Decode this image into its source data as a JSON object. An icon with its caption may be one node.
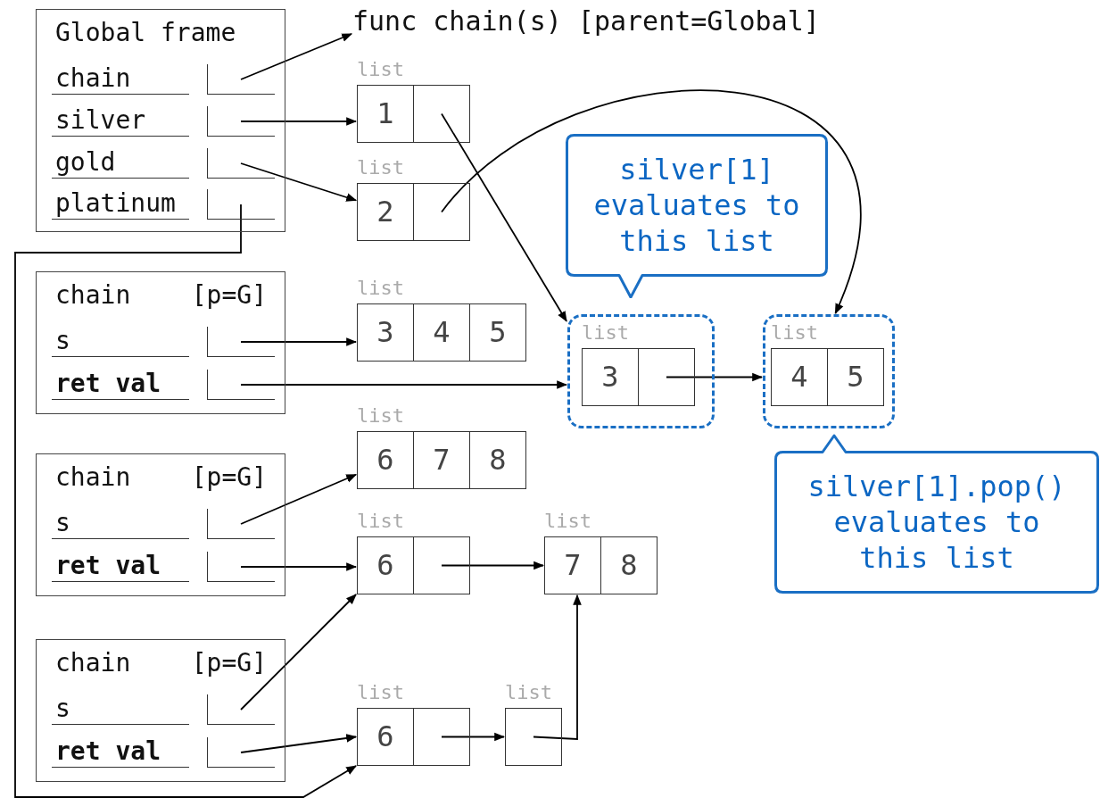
{
  "diagram": {
    "nodes": [
      {
        "text": [
          "Global frame"
        ]
      },
      {
        "text": [
          "chain"
        ],
        "in": 0
      },
      {
        "text": [
          "silver"
        ],
        "in": 0
      },
      {
        "text": [
          "gold"
        ],
        "in": 0
      },
      {
        "text": [
          "platinum"
        ],
        "in": 0
      },
      {
        "text": [
          "func chain(s) [parent=Global]"
        ]
      },
      {
        "text": [
          "1"
        ],
        "beside": [
          "list"
        ]
      },
      {
        "text": [
          "2"
        ],
        "beside": [
          "list"
        ]
      },
      {
        "text": [
          "silver[1] evaluates to this list"
        ]
      },
      {
        "text": [
          "chain",
          "[p=G]"
        ]
      },
      {
        "text": [
          "s"
        ],
        "in": 9
      },
      {
        "text": [
          "ret val"
        ],
        "in": 9
      },
      {
        "text": [
          "3",
          "4",
          "5"
        ],
        "beside": [
          "list"
        ]
      },
      {
        "text": [],
        "shape": "box"
      },
      {
        "text": [
          "3"
        ],
        "beside": [
          "list"
        ],
        "in": 13
      },
      {
        "text": [],
        "shape": "box"
      },
      {
        "text": [
          "4",
          "5"
        ],
        "beside": [
          "list"
        ],
        "in": 15
      },
      {
        "text": [
          "6",
          "7",
          "8"
        ],
        "beside": [
          "list"
        ]
      },
      {
        "text": [
          "chain",
          "[p=G]"
        ]
      },
      {
        "text": [
          "s"
        ],
        "in": 18
      },
      {
        "text": [
          "ret val"
        ],
        "in": 18
      },
      {
        "text": [
          "silver[1].pop() evaluates to this list"
        ]
      },
      {
        "text": [
          "6"
        ],
        "beside": [
          "list"
        ]
      },
      {
        "text": [
          "7",
          "8"
        ],
        "beside": [
          "list"
        ]
      },
      {
        "text": [
          "chain",
          "[p=G]"
        ]
      },
      {
        "text": [
          "s"
        ],
        "in": 24
      },
      {
        "text": [
          "ret val"
        ],
        "in": 24
      },
      {
        "text": [
          "6"
        ],
        "beside": [
          "list"
        ]
      },
      {
        "text": [],
        "shape": "box",
        "beside": [
          "list"
        ]
      }
    ],
    "edges": [
      {
        "from": 1,
        "to": 5,
        "arrow": "to"
      },
      {
        "from": 2,
        "to": 6,
        "arrow": "to"
      },
      {
        "from": 3,
        "to": 7,
        "arrow": "to"
      },
      {
        "from": 4,
        "to": 27,
        "arrow": "to"
      },
      {
        "from": 6,
        "to": 13,
        "arrow": "to"
      },
      {
        "from": 7,
        "to": 15,
        "arrow": "to"
      },
      {
        "from": 10,
        "to": 12,
        "arrow": "to"
      },
      {
        "from": 11,
        "to": 13,
        "arrow": "to"
      },
      {
        "from": 14,
        "to": 15,
        "arrow": "to"
      },
      {
        "from": 19,
        "to": 17,
        "arrow": "to"
      },
      {
        "from": 20,
        "to": 22,
        "arrow": "to"
      },
      {
        "from": 22,
        "to": 23,
        "arrow": "to"
      },
      {
        "from": 25,
        "to": 22,
        "arrow": "to"
      },
      {
        "from": 26,
        "to": 27,
        "arrow": "to"
      },
      {
        "from": 27,
        "to": 28,
        "arrow": "to"
      },
      {
        "from": 28,
        "to": 23,
        "arrow": "to"
      }
    ]
  }
}
